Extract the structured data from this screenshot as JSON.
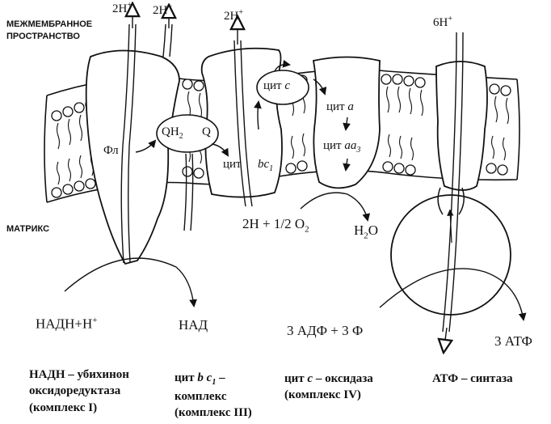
{
  "regions": {
    "intermembrane_line1": "МЕЖМЕМБРАННОЕ",
    "intermembrane_line2": "ПРОСТРАНСТВО",
    "matrix": "МАТРИКС"
  },
  "protons": {
    "h1": "2H",
    "h2": "2H",
    "h3": "2H",
    "h4": "6H",
    "sup": "+"
  },
  "complex1": {
    "fl": "Фл",
    "qh2": "QH",
    "qh2_sub": "2",
    "q": "Q"
  },
  "complex3": {
    "cyt": "цит",
    "bc": "bc",
    "bc_sub": "1"
  },
  "complex4": {
    "cyt_c_prefix": "цит",
    "cyt_c_letter": "c",
    "cyt_a_prefix": "цит",
    "cyt_a_letter": "a",
    "cyt_aa3_prefix": "цит",
    "cyt_aa3_letter": "aa",
    "cyt_aa3_sub": "3"
  },
  "reactions": {
    "oxygen": "2H + 1/2 O",
    "oxygen_sub": "2",
    "water": "H",
    "water_sub": "2",
    "water_tail": "O",
    "nadh": "НАДН+Н",
    "nadh_sup": "+",
    "nad": "НАД",
    "adp": "3 АДФ + 3 Ф",
    "atp": "3 АТФ"
  },
  "captions": {
    "c1_line1": "НАДН – убихинон",
    "c1_line2": "оксидоредуктаза",
    "c1_line3": "(комплекс I)",
    "c3_prefix": "цит ",
    "c3_b": "b c",
    "c3_sub": "1",
    "c3_dash": " –",
    "c3_line2": "комплекс",
    "c3_line3": "(комплекс III)",
    "c4_prefix": "цит ",
    "c4_c": "c",
    "c4_tail": " – оксидаза",
    "c4_line2": "(комплекс IV)",
    "c5_line1": "АТФ – синтаза"
  }
}
